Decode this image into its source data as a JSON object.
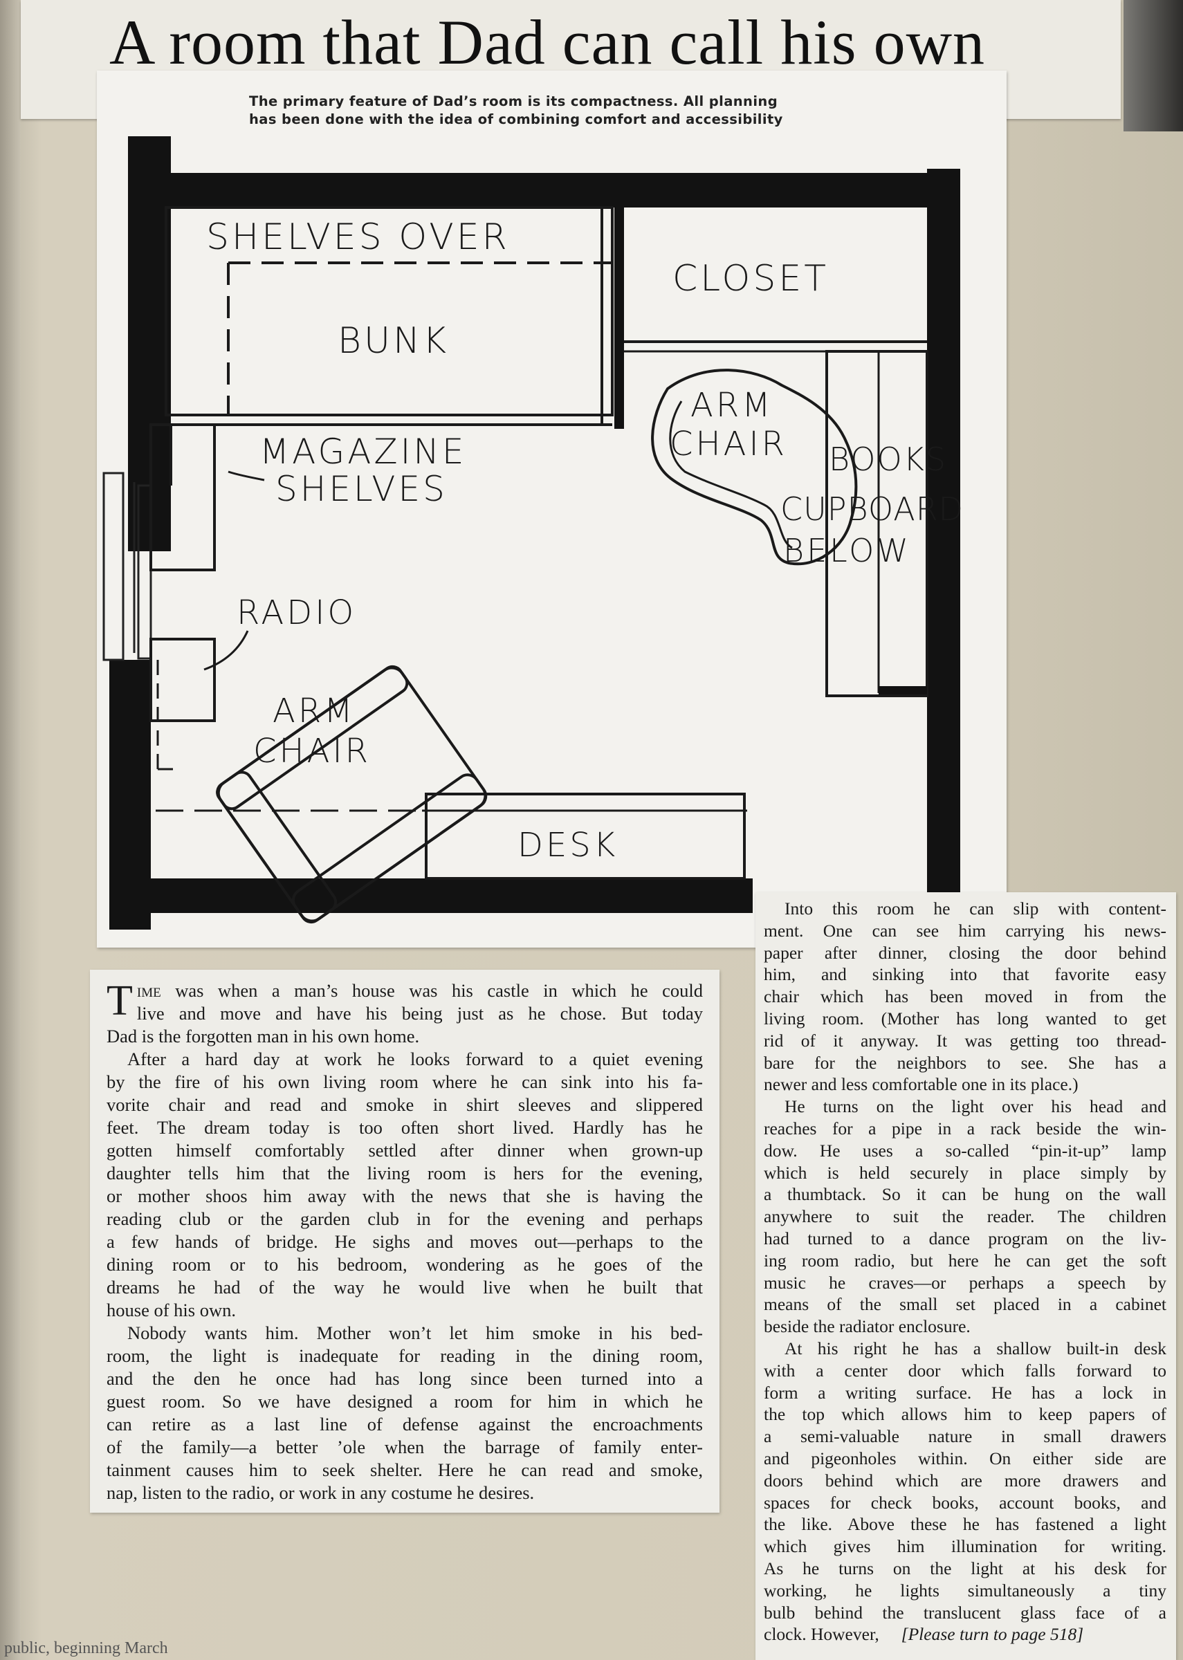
{
  "title": "A room that Dad can call his own",
  "plan": {
    "caption_lines": [
      "The primary feature of Dad’s room is its compactness.  All planning",
      "has been done with the idea of combining comfort and accessibility"
    ],
    "labels": {
      "shelves_over": "SHELVES OVER",
      "bunk": "BUNK",
      "closet": "CLOSET",
      "arm_chair_1": "ARM",
      "arm_chair_1b": "CHAIR",
      "books": "BOOKS",
      "cupboard": "CUPBOARD",
      "below": "BELOW",
      "magazine": "MAGAZINE",
      "shelves": "SHELVES",
      "radio": "RADIO",
      "arm_chair_2": "ARM",
      "arm_chair_2b": "CHAIR",
      "desk": "DESK"
    }
  },
  "article_left": {
    "para1": {
      "dropcap": "T",
      "smallcaps": "ime",
      "lines": [
        " was when a man’s house was his castle in which he could",
        "live and move and have his being just as he chose. But today",
        "Dad is the forgotten man in his own home."
      ]
    },
    "para2_lines": [
      "After a hard day at work he looks forward to a quiet evening",
      "by the fire of his own living room where he can sink into his fa-",
      "vorite chair and read and smoke in shirt sleeves and slippered",
      "feet. The dream today is too often short lived. Hardly has he",
      "gotten himself comfortably settled after dinner when grown-up",
      "daughter tells him that the living room is hers for the evening,",
      "or mother shoos him away with the news that she is having the",
      "reading club or the garden club in for the evening and perhaps",
      "a few hands of bridge. He sighs and moves out—perhaps to the",
      "dining room or to his bedroom, wondering as he goes of the",
      "dreams he had of the way he would live when he built that",
      "house of his own."
    ],
    "para3_lines": [
      "Nobody wants him. Mother won’t let him smoke in his bed-",
      "room, the light is inadequate for reading in the dining room,",
      "and the den he once had has long since been turned into a",
      "guest room. So we have designed a room for him in which he",
      "can retire as a last line of defense against the encroachments",
      "of the family—a better ’ole when the barrage of family enter-",
      "tainment causes him to seek shelter. Here he can read and smoke,",
      "nap, listen to the radio, or work in any costume he desires."
    ]
  },
  "article_right": {
    "para1_lines": [
      "Into this room he can slip with content-",
      "ment. One can see him carrying his news-",
      "paper after dinner, closing the door behind",
      "him, and sinking into that favorite easy",
      "chair which has been moved in from the",
      "living room. (Mother has long wanted to get",
      "rid of it anyway. It was getting too thread-",
      "bare for the neighbors to see. She has a",
      "newer and less comfortable one in its place.)"
    ],
    "para2_lines": [
      "He turns on the light over his head and",
      "reaches for a pipe in a rack beside the win-",
      "dow. He uses a so-called “pin-it-up” lamp",
      "which is held securely in place simply by",
      "a thumbtack. So it can be hung on the wall",
      "anywhere to suit the reader. The children",
      "had turned to a dance program on the liv-",
      "ing room radio, but here he can get the soft",
      "music he craves—or perhaps a speech by",
      "means of the small set placed in a cabinet",
      "beside the radiator enclosure."
    ],
    "para3_lines": [
      "At his right he has a shallow built-in desk",
      "with a center door which falls forward to",
      "form a writing surface. He has a lock in",
      "the top which allows him to keep papers of",
      "a semi-valuable nature in small drawers",
      "and pigeonholes within. On either side are",
      "doors behind which are more drawers and",
      "spaces for check books, account books, and",
      "the like. Above these he has fastened a light",
      "which gives him illumination for writing.",
      "As he turns on the light at his desk for",
      "working, he lights simultaneously a tiny",
      "bulb behind the translucent glass face of a"
    ],
    "last_line_start": "clock. However,",
    "continued": "[Please turn to page 518]"
  },
  "bottom_fragment": "public, beginning March"
}
